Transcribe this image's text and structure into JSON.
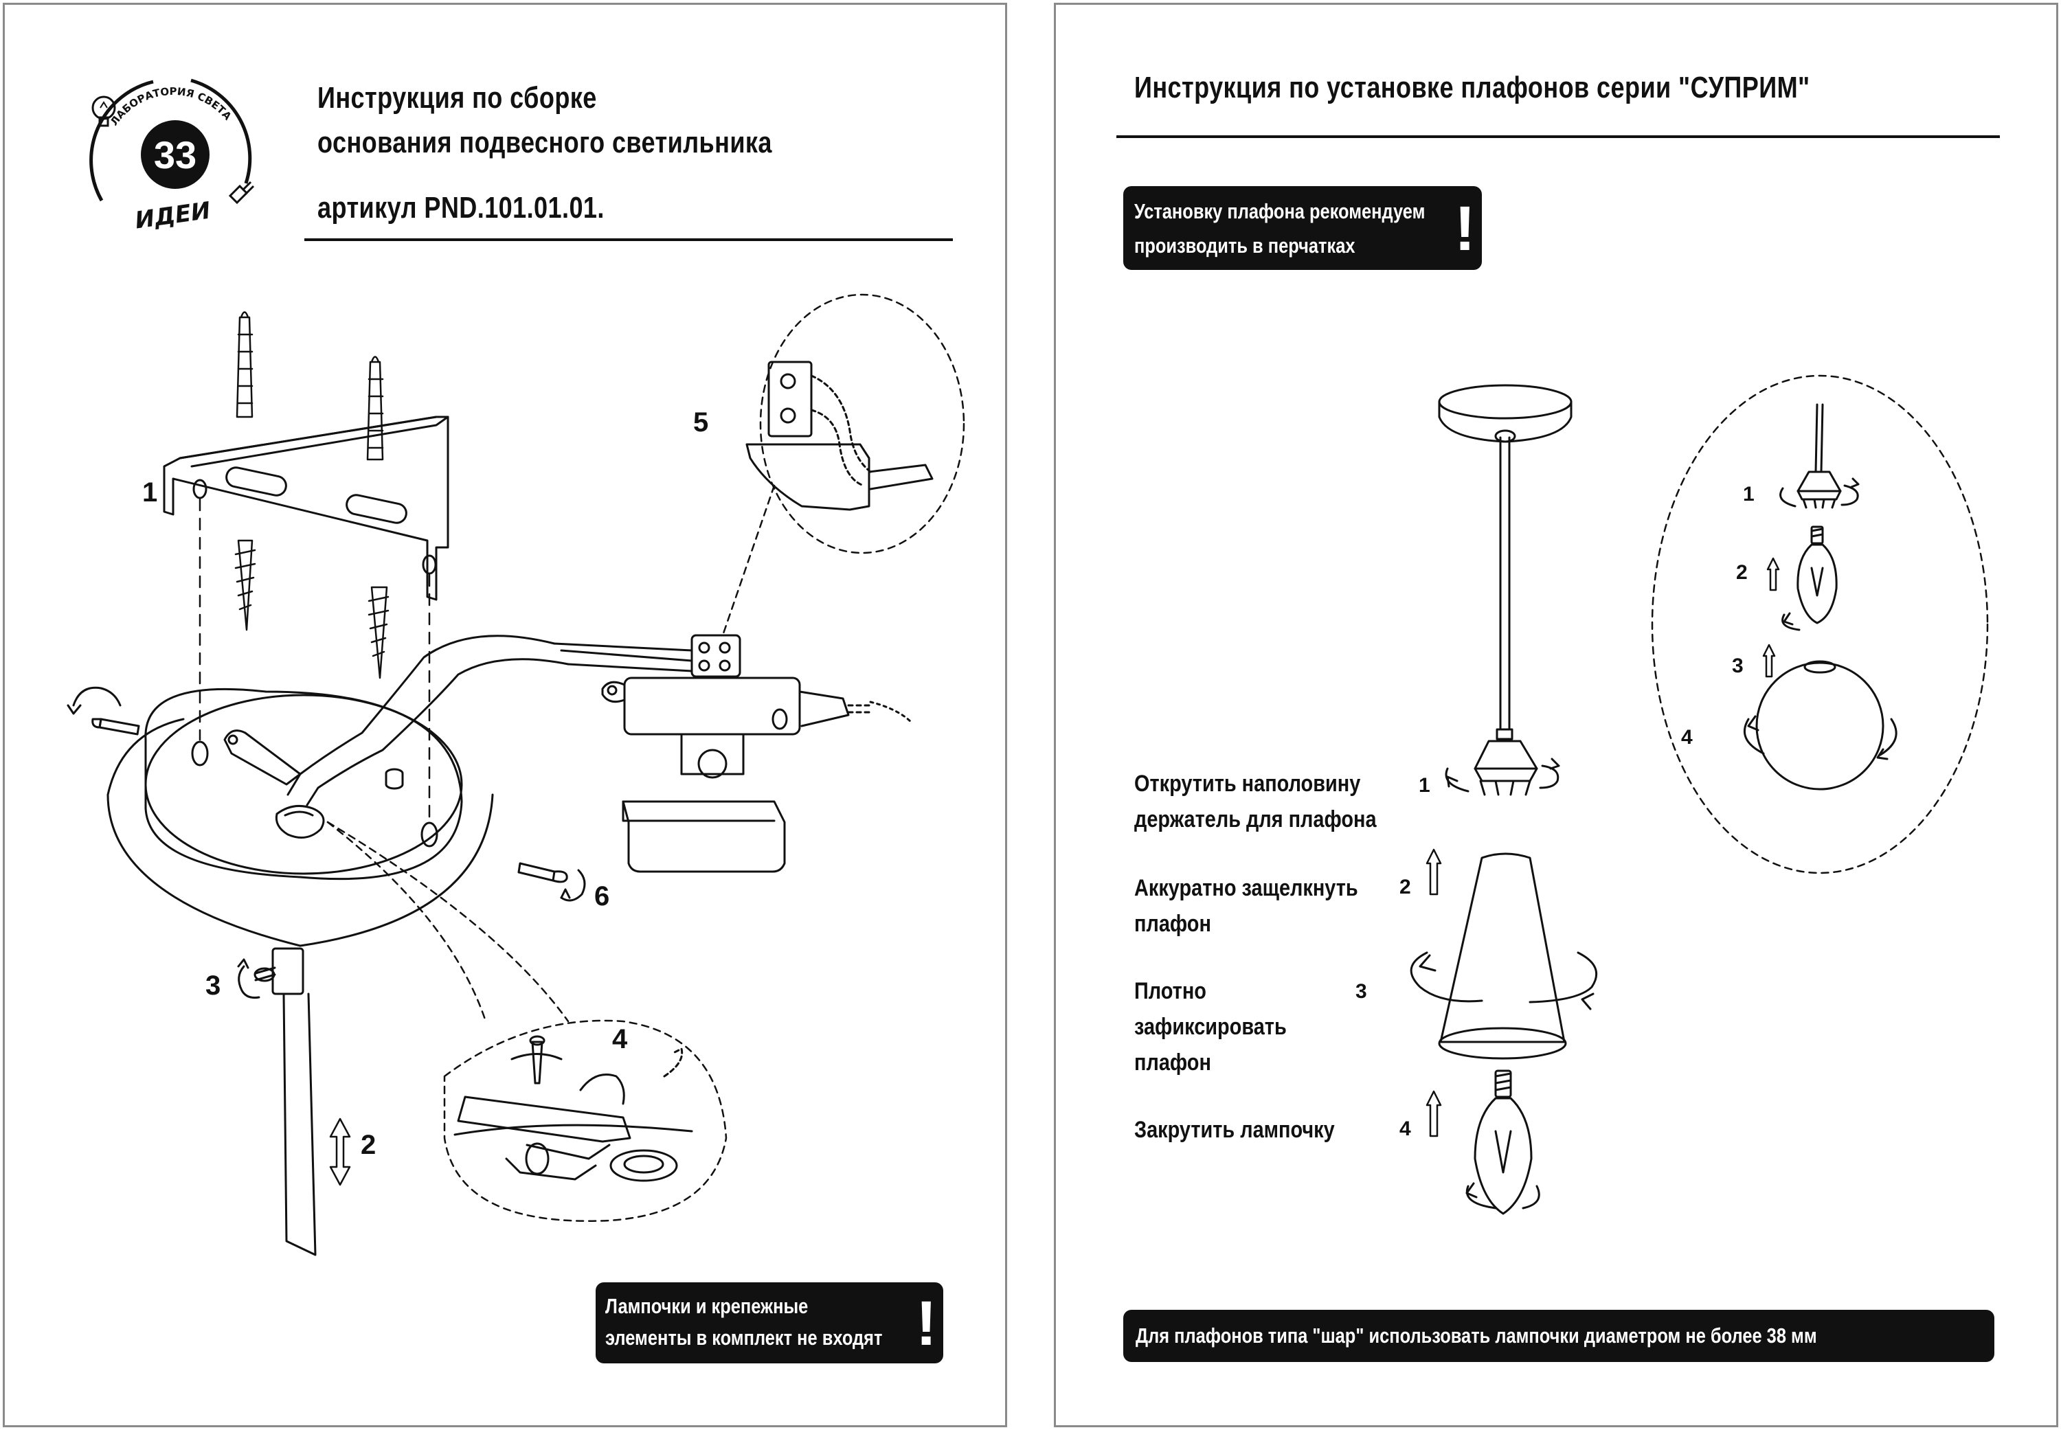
{
  "left_page": {
    "logo": {
      "arc_text_top": "ЛАБОРАТОРИЯ СВЕТА",
      "number": "33",
      "arc_text_bottom": "ИДЕИ"
    },
    "title_lines": [
      "Инструкция по сборке",
      "основания подвесного светильника",
      "артикул PND.101.01.01."
    ],
    "step_labels": [
      "1",
      "2",
      "3",
      "4",
      "5",
      "6"
    ],
    "notice": {
      "lines": [
        "Лампочки  и крепежные",
        "элементы в комплект не входят"
      ],
      "mark": "!"
    }
  },
  "right_page": {
    "title": "Инструкция по установке плафонов серии  \"СУПРИМ\"",
    "notice_top": {
      "lines": [
        "Установку плафона рекомендуем",
        "производить в перчатках"
      ],
      "mark": "!"
    },
    "steps": [
      {
        "number": "1",
        "text_lines": [
          "Открутить наполовину",
          "держатель для плафона"
        ]
      },
      {
        "number": "2",
        "text_lines": [
          "Аккуратно защелкнуть",
          "плафон"
        ]
      },
      {
        "number": "3",
        "text_lines": [
          "Плотно",
          "зафиксировать",
          "плафон"
        ]
      },
      {
        "number": "4",
        "text_lines": [
          "Закрутить лампочку"
        ]
      }
    ],
    "inset_steps": [
      "1",
      "2",
      "3",
      "4"
    ],
    "notice_bottom": "Для плафонов типа \"шар\" использовать лампочки диаметром не более 38 мм"
  }
}
